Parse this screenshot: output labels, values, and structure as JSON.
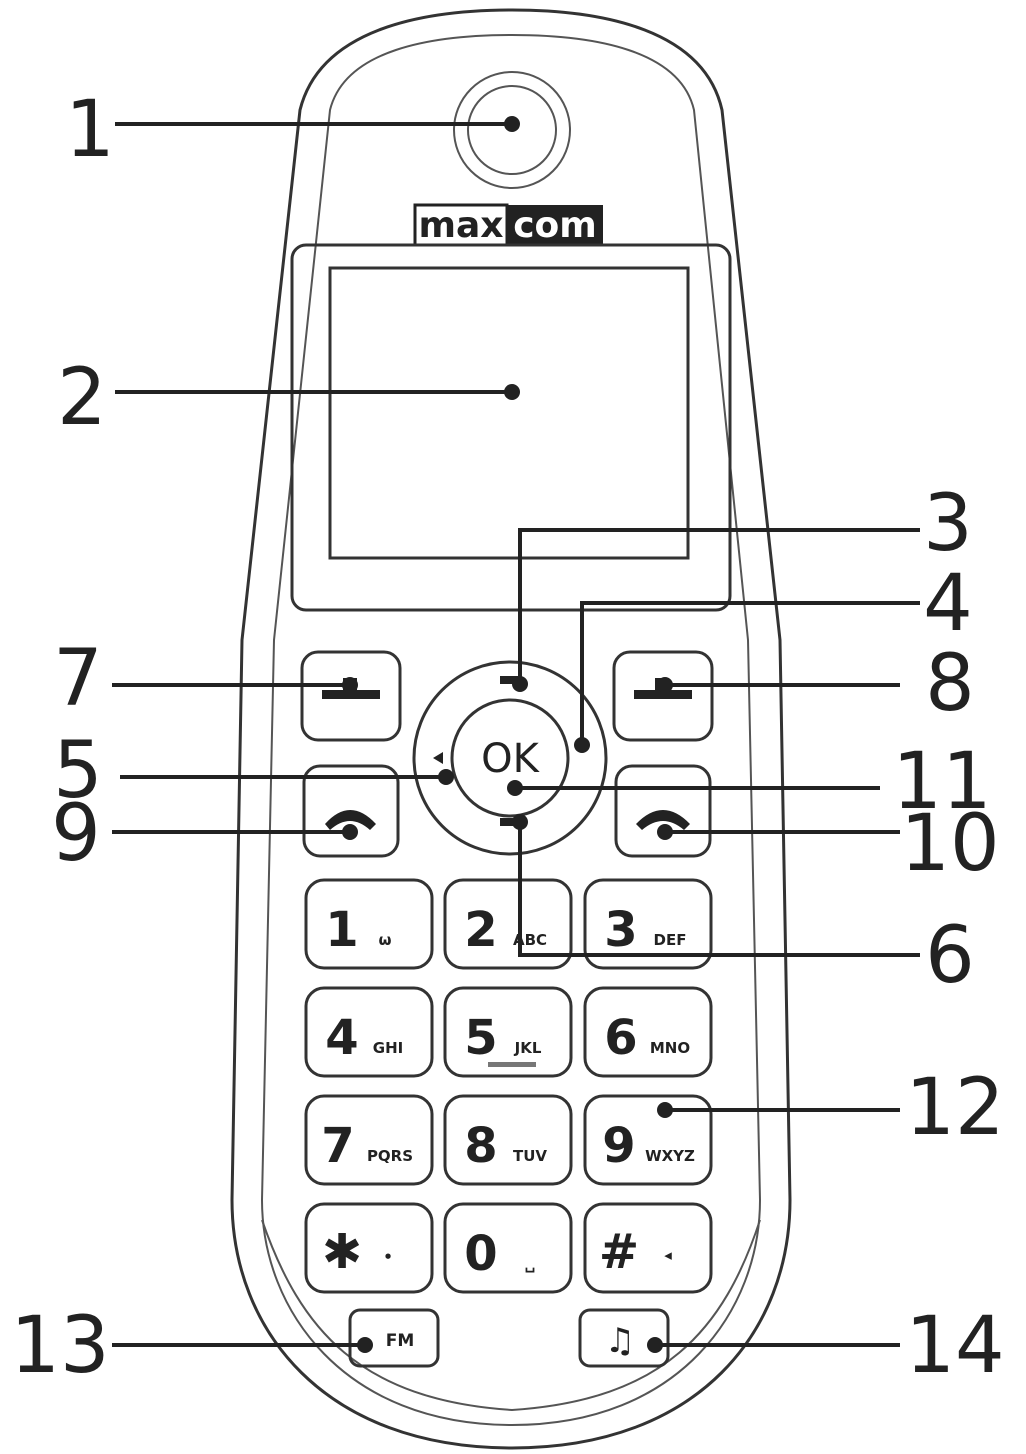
{
  "logo": {
    "left": "max",
    "right": "com"
  },
  "callouts": {
    "c1": "1",
    "c2": "2",
    "c3": "3",
    "c4": "4",
    "c5": "5",
    "c6": "6",
    "c7": "7",
    "c8": "8",
    "c9": "9",
    "c10": "10",
    "c11": "11",
    "c12": "12",
    "c13": "13",
    "c14": "14"
  },
  "nav": {
    "ok": "OK"
  },
  "keypad": [
    {
      "digit": "1",
      "sub": "ω"
    },
    {
      "digit": "2",
      "sub": "ABC"
    },
    {
      "digit": "3",
      "sub": "DEF"
    },
    {
      "digit": "4",
      "sub": "GHI"
    },
    {
      "digit": "5",
      "sub": "JKL"
    },
    {
      "digit": "6",
      "sub": "MNO"
    },
    {
      "digit": "7",
      "sub": "PQRS"
    },
    {
      "digit": "8",
      "sub": "TUV"
    },
    {
      "digit": "9",
      "sub": "WXYZ"
    },
    {
      "digit": "✱",
      "sub": "•"
    },
    {
      "digit": "0",
      "sub": "␣"
    },
    {
      "digit": "#",
      "sub": "◂"
    }
  ],
  "bottom_keys": {
    "fm": "FM",
    "music": "♫"
  },
  "icons": {
    "left_soft": "soft-key-left-icon",
    "right_soft": "soft-key-right-icon",
    "call": "call-icon",
    "end": "end-call-icon",
    "music": "music-note-icon"
  }
}
